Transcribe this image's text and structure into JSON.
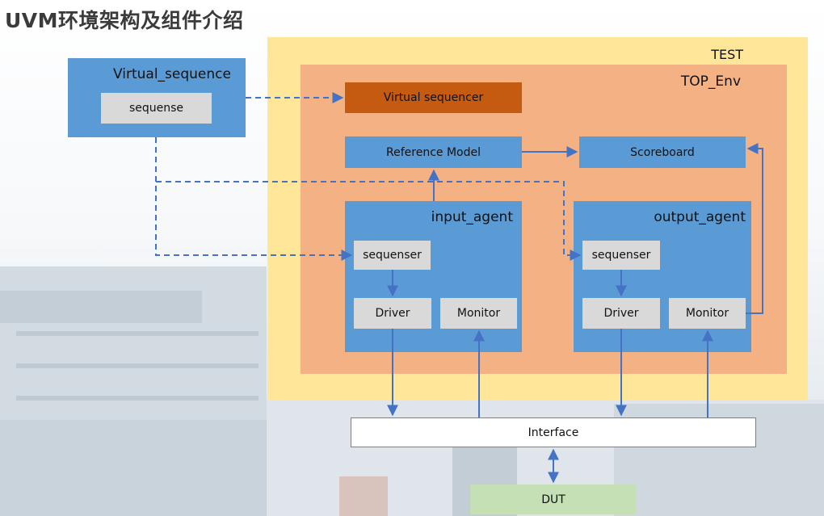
{
  "title": "UVM环境架构及组件介绍",
  "test": {
    "label": "TEST"
  },
  "top_env": {
    "label": "TOP_Env"
  },
  "virtual_sequence": {
    "label": "Virtual_sequence",
    "sequence_label": "sequense"
  },
  "virtual_sequencer": {
    "label": "Virtual sequencer"
  },
  "reference_model": {
    "label": "Reference Model"
  },
  "scoreboard": {
    "label": "Scoreboard"
  },
  "input_agent": {
    "label": "input_agent",
    "sequencer": "sequenser",
    "driver": "Driver",
    "monitor": "Monitor"
  },
  "output_agent": {
    "label": "output_agent",
    "sequencer": "sequenser",
    "driver": "Driver",
    "monitor": "Monitor"
  },
  "interface": {
    "label": "Interface"
  },
  "dut": {
    "label": "DUT"
  },
  "colors": {
    "test_bg": "#ffe699",
    "env_bg": "#f4b183",
    "agent_bg": "#5b9bd5",
    "component_bg": "#d9d9d9",
    "virtual_sequencer_bg": "#c55a11",
    "dut_bg": "#c5e0b4",
    "arrow": "#4472c4"
  }
}
